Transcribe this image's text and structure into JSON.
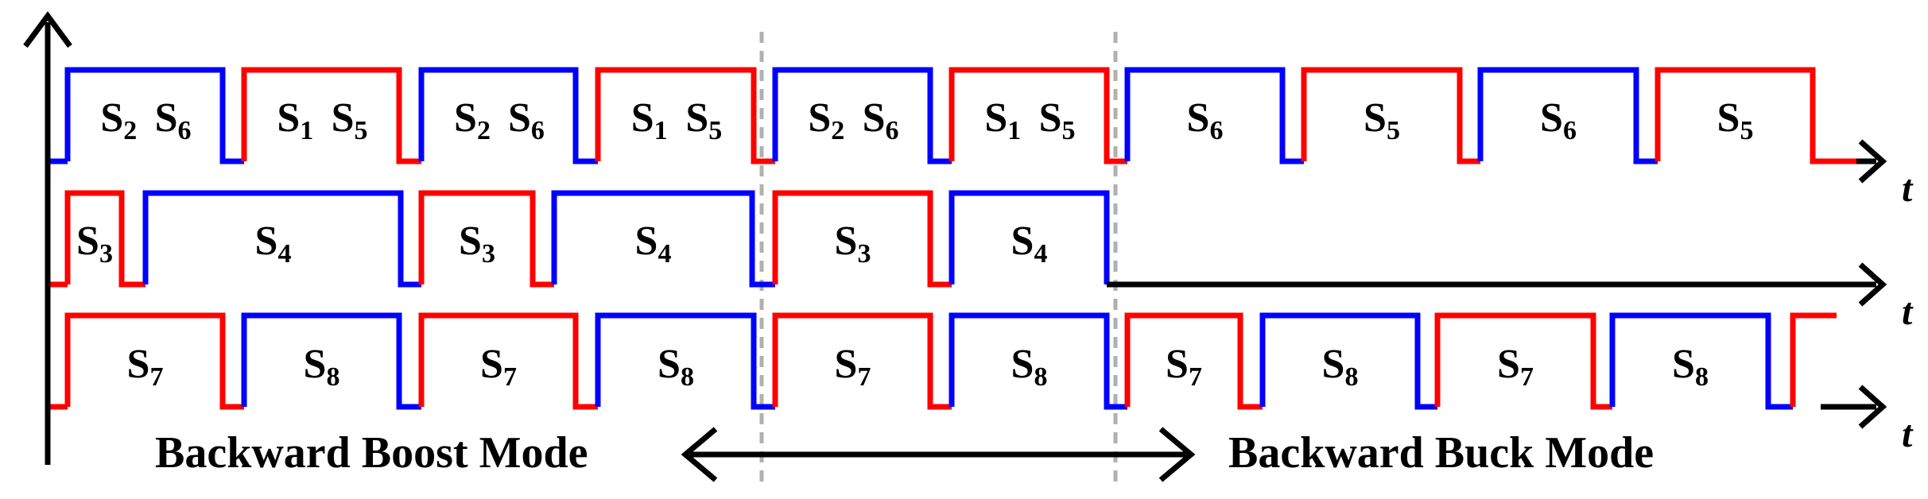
{
  "colors": {
    "red": "#ff0000",
    "blue": "#0000ff",
    "axis": "#000000",
    "divider": "#b0b0b0"
  },
  "axes": {
    "time_label": "t"
  },
  "rows": [
    {
      "id": "row1",
      "pulses": [
        {
          "color": "blue",
          "labels": [
            {
              "main": "S",
              "sub": "2"
            },
            {
              "main": "S",
              "sub": "6"
            }
          ]
        },
        {
          "color": "red",
          "labels": [
            {
              "main": "S",
              "sub": "1"
            },
            {
              "main": "S",
              "sub": "5"
            }
          ]
        },
        {
          "color": "blue",
          "labels": [
            {
              "main": "S",
              "sub": "2"
            },
            {
              "main": "S",
              "sub": "6"
            }
          ]
        },
        {
          "color": "red",
          "labels": [
            {
              "main": "S",
              "sub": "1"
            },
            {
              "main": "S",
              "sub": "5"
            }
          ]
        },
        {
          "color": "blue",
          "labels": [
            {
              "main": "S",
              "sub": "2"
            },
            {
              "main": "S",
              "sub": "6"
            }
          ]
        },
        {
          "color": "red",
          "labels": [
            {
              "main": "S",
              "sub": "1"
            },
            {
              "main": "S",
              "sub": "5"
            }
          ]
        },
        {
          "color": "blue",
          "labels": [
            {
              "main": "S",
              "sub": "6"
            }
          ]
        },
        {
          "color": "red",
          "labels": [
            {
              "main": "S",
              "sub": "5"
            }
          ]
        },
        {
          "color": "blue",
          "labels": [
            {
              "main": "S",
              "sub": "6"
            }
          ]
        },
        {
          "color": "red",
          "labels": [
            {
              "main": "S",
              "sub": "5"
            }
          ]
        }
      ]
    },
    {
      "id": "row2",
      "pulses": [
        {
          "color": "red",
          "labels": [
            {
              "main": "S",
              "sub": "3"
            }
          ]
        },
        {
          "color": "blue",
          "labels": [
            {
              "main": "S",
              "sub": "4"
            }
          ]
        },
        {
          "color": "red",
          "labels": [
            {
              "main": "S",
              "sub": "3"
            }
          ]
        },
        {
          "color": "blue",
          "labels": [
            {
              "main": "S",
              "sub": "4"
            }
          ]
        },
        {
          "color": "red",
          "labels": [
            {
              "main": "S",
              "sub": "3"
            }
          ]
        },
        {
          "color": "blue",
          "labels": [
            {
              "main": "S",
              "sub": "4"
            }
          ]
        }
      ]
    },
    {
      "id": "row3",
      "pulses": [
        {
          "color": "red",
          "labels": [
            {
              "main": "S",
              "sub": "7"
            }
          ]
        },
        {
          "color": "blue",
          "labels": [
            {
              "main": "S",
              "sub": "8"
            }
          ]
        },
        {
          "color": "red",
          "labels": [
            {
              "main": "S",
              "sub": "7"
            }
          ]
        },
        {
          "color": "blue",
          "labels": [
            {
              "main": "S",
              "sub": "8"
            }
          ]
        },
        {
          "color": "red",
          "labels": [
            {
              "main": "S",
              "sub": "7"
            }
          ]
        },
        {
          "color": "blue",
          "labels": [
            {
              "main": "S",
              "sub": "8"
            }
          ]
        },
        {
          "color": "red",
          "labels": [
            {
              "main": "S",
              "sub": "7"
            }
          ]
        },
        {
          "color": "blue",
          "labels": [
            {
              "main": "S",
              "sub": "8"
            }
          ]
        },
        {
          "color": "red",
          "labels": [
            {
              "main": "S",
              "sub": "7"
            }
          ]
        },
        {
          "color": "blue",
          "labels": [
            {
              "main": "S",
              "sub": "8"
            }
          ]
        },
        {
          "color": "red",
          "labels": []
        }
      ]
    }
  ],
  "modes": {
    "left": "Backward Boost Mode",
    "right": "Backward Buck Mode"
  }
}
